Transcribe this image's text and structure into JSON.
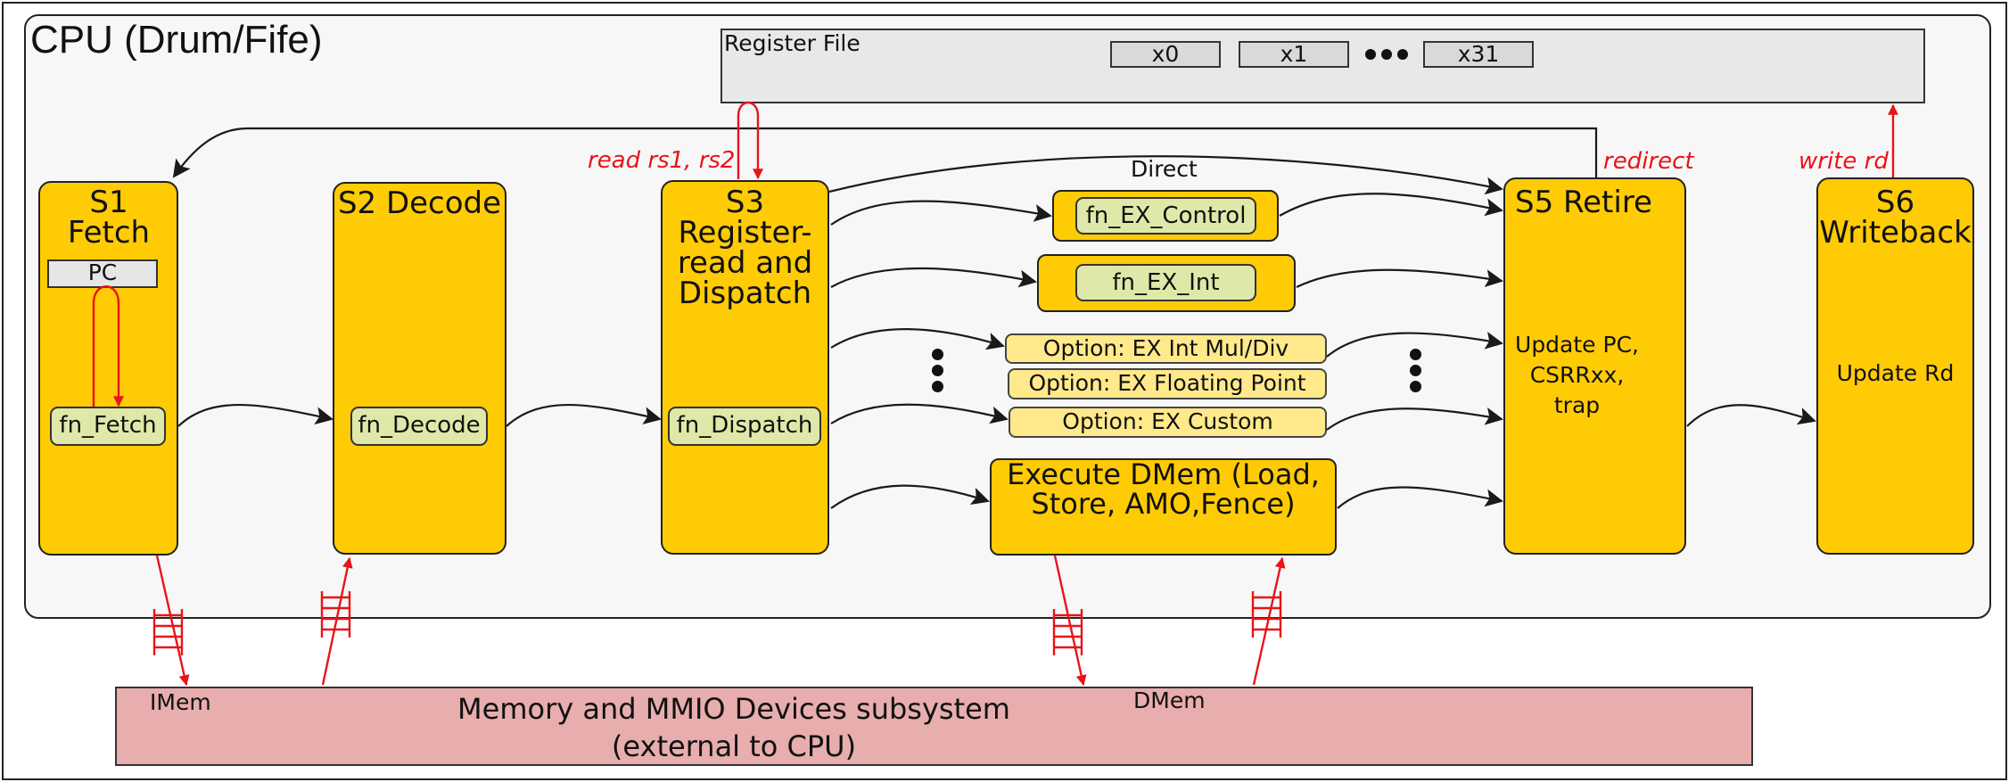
{
  "title": "CPU (Drum/Fife)",
  "register_file": {
    "label": "Register File",
    "regs": [
      "x0",
      "x1",
      "x31"
    ]
  },
  "stages": {
    "s1": {
      "title": "S1 Fetch",
      "fn": "fn_Fetch",
      "pc": "PC"
    },
    "s2": {
      "title": "S2 Decode",
      "fn": "fn_Decode"
    },
    "s3": {
      "title": "S3 Register-read and Dispatch",
      "fn": "fn_Dispatch"
    },
    "s5": {
      "title": "S5 Retire",
      "body": "Update PC, CSRRxx, trap"
    },
    "s6": {
      "title": "S6 Writeback",
      "body": "Update Rd"
    }
  },
  "execute_units": {
    "control": "fn_EX_Control",
    "int": "fn_EX_Int",
    "mul_div": "Option: EX Int Mul/Div",
    "fp": "Option: EX Floating Point",
    "custom": "Option: EX Custom",
    "dmem": "Execute DMem (Load, Store, AMO,Fence)"
  },
  "labels": {
    "direct": "Direct",
    "read_rs": "read rs1, rs2",
    "redirect": "redirect",
    "write_rd": "write rd",
    "imem": "IMem",
    "dmem": "DMem"
  },
  "memory": {
    "title": "Memory and MMIO Devices subsystem",
    "subtitle": "(external to CPU)"
  },
  "colors": {
    "stage_fill": "#ffcb05",
    "fn_fill": "#dfe8a8",
    "option_fill": "#ffe98a",
    "memory_fill": "#e8adad",
    "signal_red": "#e8141a"
  }
}
